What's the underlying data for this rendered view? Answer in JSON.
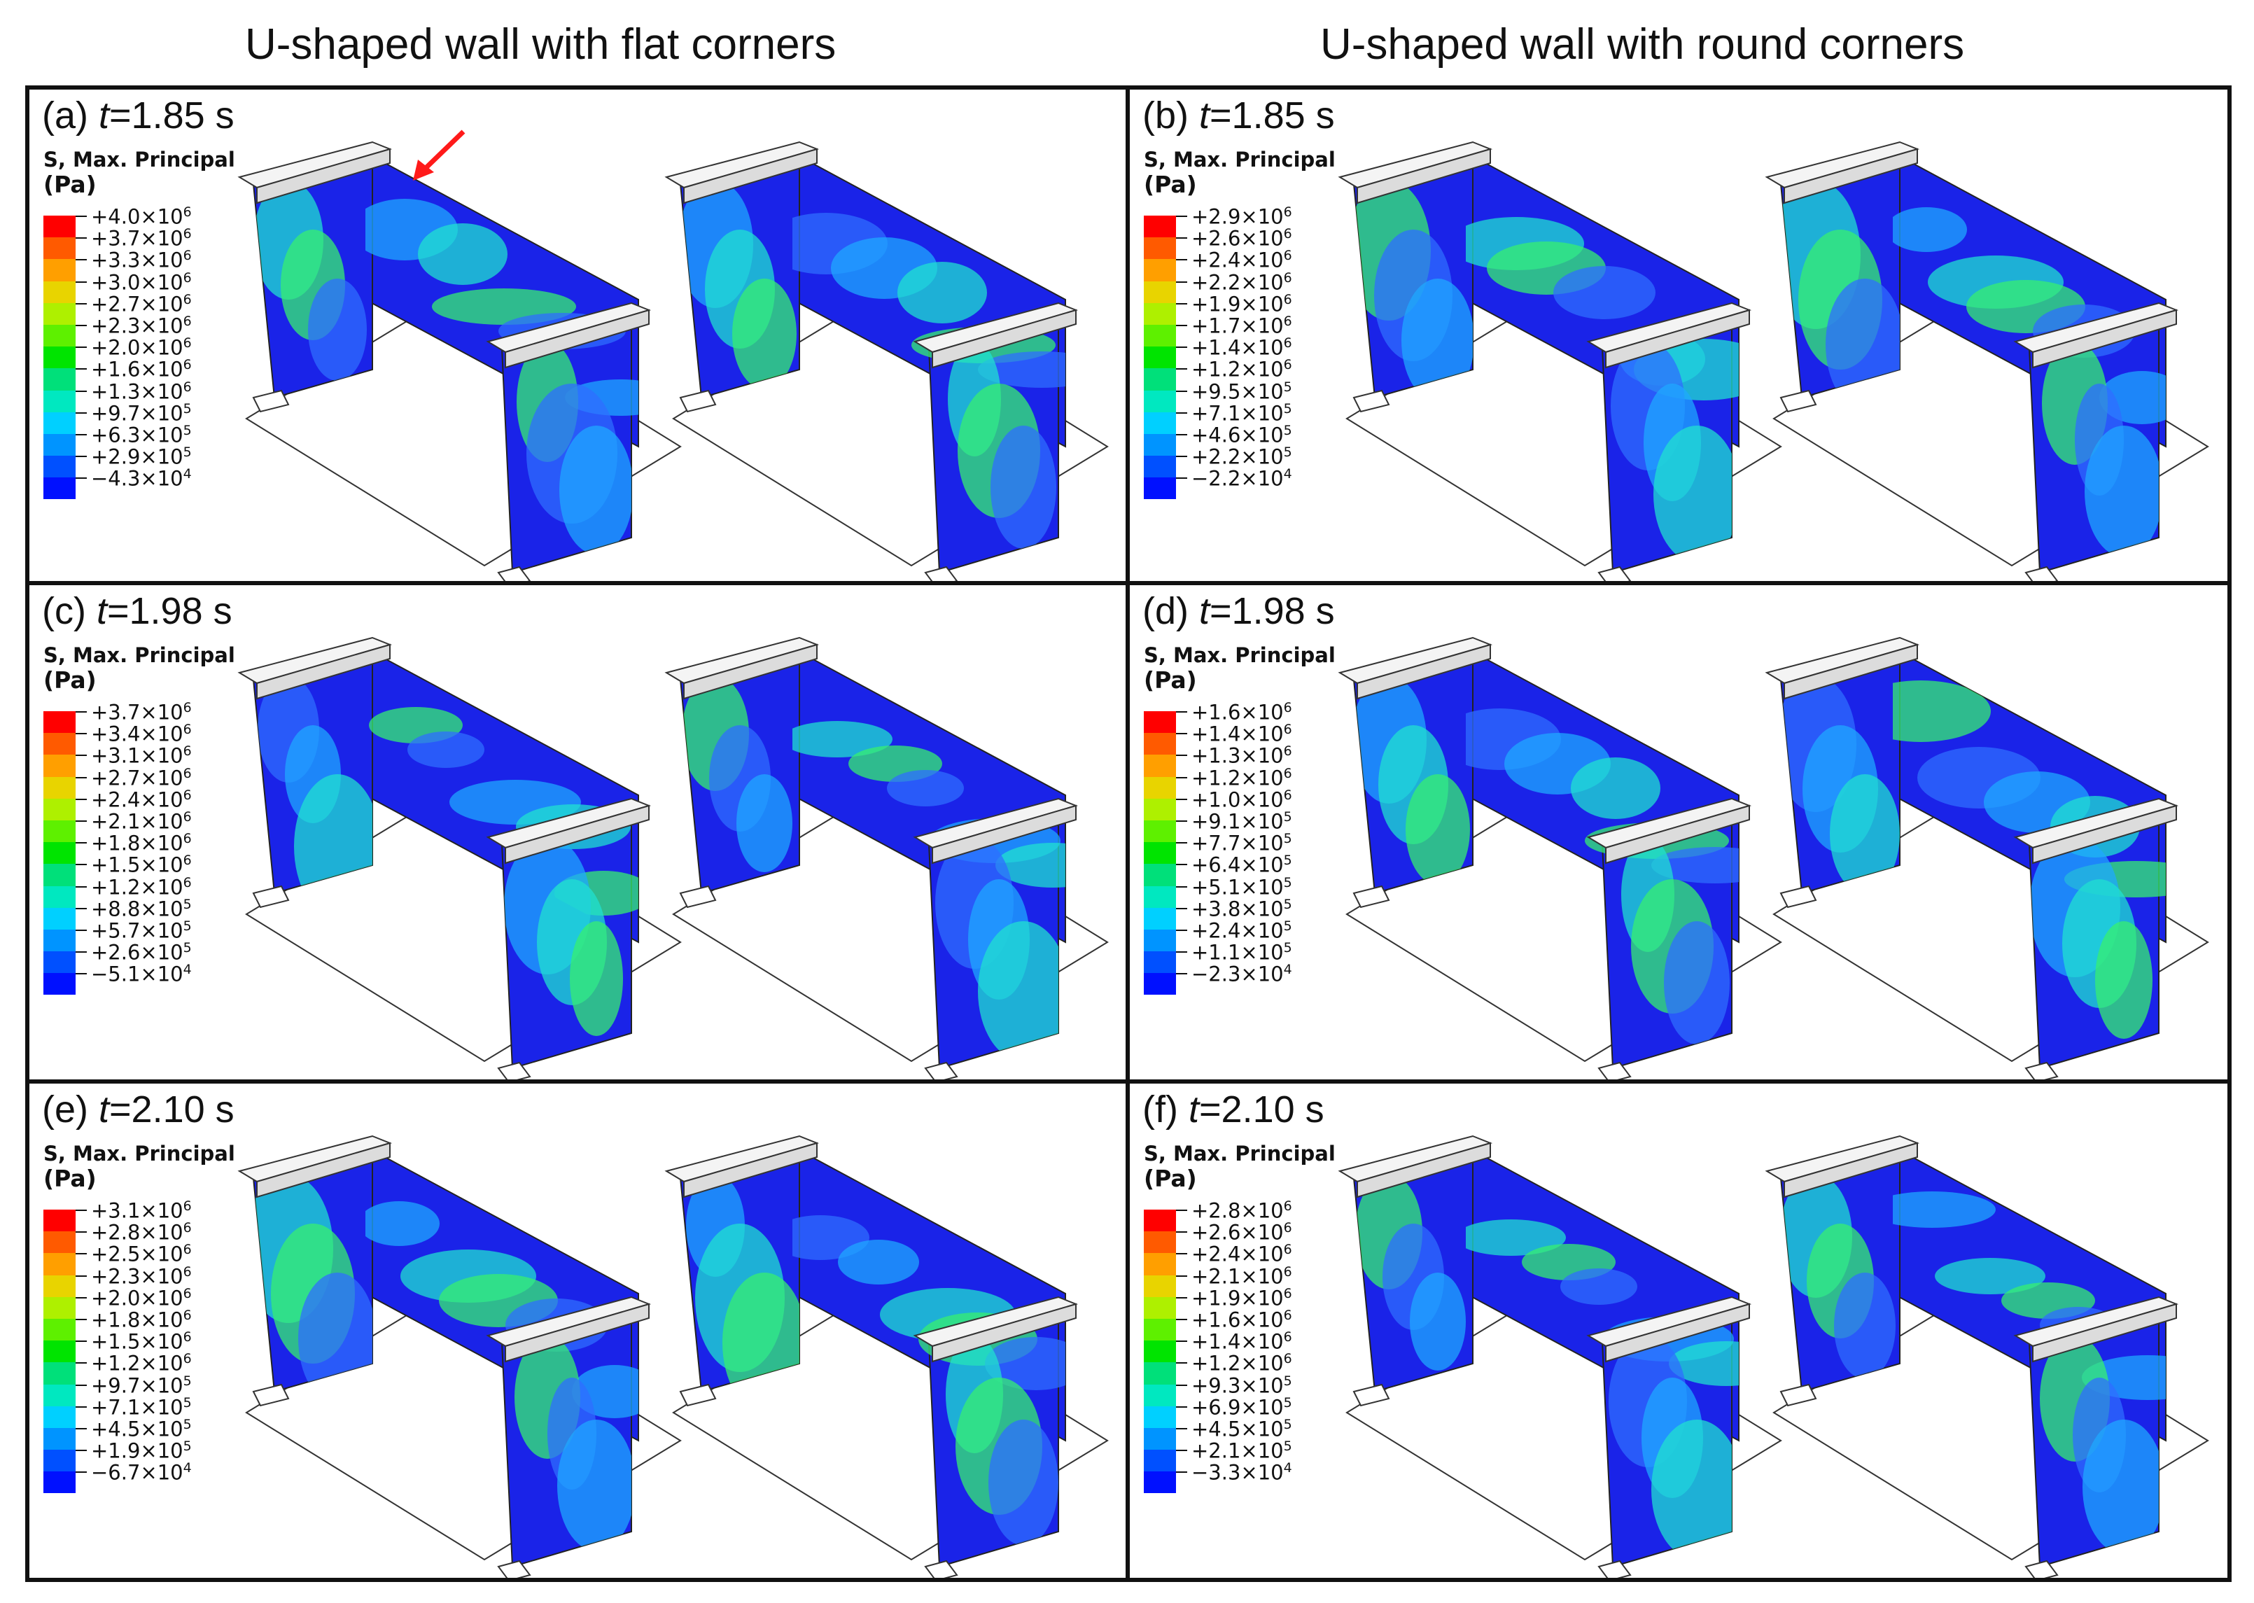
{
  "column_titles": {
    "left": "U-shaped wall with flat corners",
    "right": "U-shaped wall with round corners"
  },
  "legend_title_line1": "S, Max. Principal",
  "legend_title_line2": "(Pa)",
  "legend_colors": [
    "#ff0000",
    "#ff5a00",
    "#ff9f00",
    "#e8d400",
    "#aef000",
    "#5ef000",
    "#00e400",
    "#00e07a",
    "#00e8c0",
    "#00d0ff",
    "#0094ff",
    "#0050ff",
    "#0010ff"
  ],
  "panels": [
    {
      "id": "a",
      "letter": "(a)",
      "tvar": "t",
      "time": "=1.85 s",
      "arrow": true,
      "legend": [
        "+4.0×10",
        "+3.7×10",
        "+3.3×10",
        "+3.0×10",
        "+2.7×10",
        "+2.3×10",
        "+2.0×10",
        "+1.6×10",
        "+1.3×10",
        "+9.7×10",
        "+6.3×10",
        "+2.9×10",
        "−4.3×10"
      ],
      "exps": [
        "6",
        "6",
        "6",
        "6",
        "6",
        "6",
        "6",
        "6",
        "6",
        "5",
        "5",
        "5",
        "4"
      ]
    },
    {
      "id": "b",
      "letter": "(b)",
      "tvar": "t",
      "time": "=1.85 s",
      "arrow": false,
      "legend": [
        "+2.9×10",
        "+2.6×10",
        "+2.4×10",
        "+2.2×10",
        "+1.9×10",
        "+1.7×10",
        "+1.4×10",
        "+1.2×10",
        "+9.5×10",
        "+7.1×10",
        "+4.6×10",
        "+2.2×10",
        "−2.2×10"
      ],
      "exps": [
        "6",
        "6",
        "6",
        "6",
        "6",
        "6",
        "6",
        "6",
        "5",
        "5",
        "5",
        "5",
        "4"
      ]
    },
    {
      "id": "c",
      "letter": "(c)",
      "tvar": "t",
      "time": "=1.98 s",
      "arrow": false,
      "legend": [
        "+3.7×10",
        "+3.4×10",
        "+3.1×10",
        "+2.7×10",
        "+2.4×10",
        "+2.1×10",
        "+1.8×10",
        "+1.5×10",
        "+1.2×10",
        "+8.8×10",
        "+5.7×10",
        "+2.6×10",
        "−5.1×10"
      ],
      "exps": [
        "6",
        "6",
        "6",
        "6",
        "6",
        "6",
        "6",
        "6",
        "6",
        "5",
        "5",
        "5",
        "4"
      ]
    },
    {
      "id": "d",
      "letter": "(d)",
      "tvar": "t",
      "time": "=1.98 s",
      "arrow": false,
      "legend": [
        "+1.6×10",
        "+1.4×10",
        "+1.3×10",
        "+1.2×10",
        "+1.0×10",
        "+9.1×10",
        "+7.7×10",
        "+6.4×10",
        "+5.1×10",
        "+3.8×10",
        "+2.4×10",
        "+1.1×10",
        "−2.3×10"
      ],
      "exps": [
        "6",
        "6",
        "6",
        "6",
        "6",
        "5",
        "5",
        "5",
        "5",
        "5",
        "5",
        "5",
        "4"
      ]
    },
    {
      "id": "e",
      "letter": "(e)",
      "tvar": "t",
      "time": "=2.10 s",
      "arrow": false,
      "legend": [
        "+3.1×10",
        "+2.8×10",
        "+2.5×10",
        "+2.3×10",
        "+2.0×10",
        "+1.8×10",
        "+1.5×10",
        "+1.2×10",
        "+9.7×10",
        "+7.1×10",
        "+4.5×10",
        "+1.9×10",
        "−6.7×10"
      ],
      "exps": [
        "6",
        "6",
        "6",
        "6",
        "6",
        "6",
        "6",
        "6",
        "5",
        "5",
        "5",
        "5",
        "4"
      ]
    },
    {
      "id": "f",
      "letter": "(f)",
      "tvar": "t",
      "time": "=2.10 s",
      "arrow": false,
      "legend": [
        "+2.8×10",
        "+2.6×10",
        "+2.4×10",
        "+2.1×10",
        "+1.9×10",
        "+1.6×10",
        "+1.4×10",
        "+1.2×10",
        "+9.3×10",
        "+6.9×10",
        "+4.5×10",
        "+2.1×10",
        "−3.3×10"
      ],
      "exps": [
        "6",
        "6",
        "6",
        "6",
        "6",
        "6",
        "6",
        "6",
        "5",
        "5",
        "5",
        "5",
        "4"
      ]
    }
  ]
}
